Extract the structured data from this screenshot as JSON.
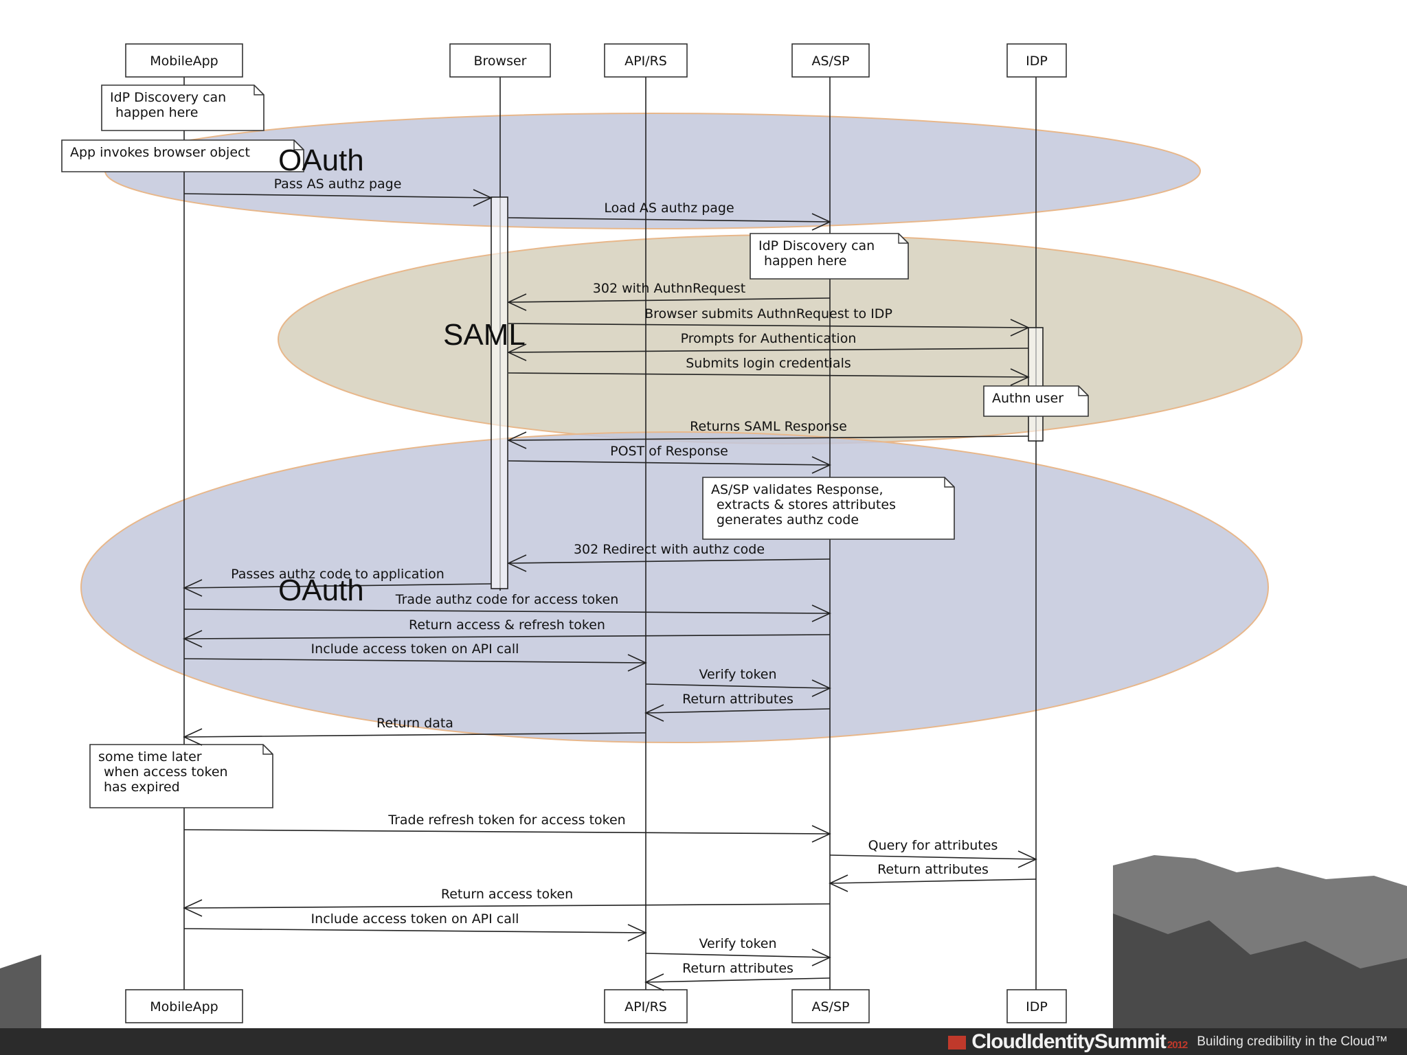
{
  "participants": [
    {
      "id": "mobileapp",
      "label": "MobileApp"
    },
    {
      "id": "browser",
      "label": "Browser"
    },
    {
      "id": "apirs",
      "label": "API/RS"
    },
    {
      "id": "assp",
      "label": "AS/SP"
    },
    {
      "id": "idp",
      "label": "IDP"
    }
  ],
  "bottom_participants": [
    "MobileApp",
    "API/RS",
    "AS/SP",
    "IDP"
  ],
  "phases": [
    {
      "name": "oauth-top",
      "label": "OAuth",
      "color": "#c3c8dc"
    },
    {
      "name": "saml",
      "label": "SAML",
      "color": "#d6d0bc"
    },
    {
      "name": "oauth-bottom",
      "label": "OAuth",
      "color": "#c3c8dc"
    }
  ],
  "messages": [
    {
      "from": "mobileapp",
      "to": "browser",
      "label": "Pass AS authz page"
    },
    {
      "from": "browser",
      "to": "assp",
      "label": "Load AS authz page"
    },
    {
      "from": "assp",
      "to": "browser",
      "label": "302 with AuthnRequest"
    },
    {
      "from": "browser",
      "to": "idp",
      "label": "Browser submits AuthnRequest to IDP"
    },
    {
      "from": "idp",
      "to": "browser",
      "label": "Prompts for Authentication"
    },
    {
      "from": "browser",
      "to": "idp",
      "label": "Submits login credentials"
    },
    {
      "from": "idp",
      "to": "browser",
      "label": "Returns SAML Response"
    },
    {
      "from": "browser",
      "to": "assp",
      "label": "POST of Response"
    },
    {
      "from": "assp",
      "to": "browser",
      "label": "302 Redirect with authz code"
    },
    {
      "from": "browser",
      "to": "mobileapp",
      "label": "Passes authz code to application"
    },
    {
      "from": "mobileapp",
      "to": "assp",
      "label": "Trade authz code for access token"
    },
    {
      "from": "assp",
      "to": "mobileapp",
      "label": "Return access & refresh token"
    },
    {
      "from": "mobileapp",
      "to": "apirs",
      "label": "Include access token on API call"
    },
    {
      "from": "apirs",
      "to": "assp",
      "label": "Verify token"
    },
    {
      "from": "assp",
      "to": "apirs",
      "label": "Return attributes"
    },
    {
      "from": "apirs",
      "to": "mobileapp",
      "label": "Return data"
    },
    {
      "from": "mobileapp",
      "to": "assp",
      "label": "Trade refresh token for access token"
    },
    {
      "from": "assp",
      "to": "idp",
      "label": "Query for attributes"
    },
    {
      "from": "idp",
      "to": "assp",
      "label": "Return attributes"
    },
    {
      "from": "assp",
      "to": "mobileapp",
      "label": "Return access token"
    },
    {
      "from": "mobileapp",
      "to": "apirs",
      "label": "Include access token on API call"
    },
    {
      "from": "apirs",
      "to": "assp",
      "label": "Verify token"
    },
    {
      "from": "assp",
      "to": "apirs",
      "label": "Return attributes"
    }
  ],
  "notes": [
    {
      "lines": [
        "IdP Discovery can",
        "happen here"
      ]
    },
    {
      "lines": [
        "App invokes browser object"
      ]
    },
    {
      "lines": [
        "IdP Discovery can",
        "happen here"
      ]
    },
    {
      "lines": [
        "Authn user"
      ]
    },
    {
      "lines": [
        "AS/SP validates Response,",
        "extracts & stores attributes",
        "generates authz code"
      ]
    },
    {
      "lines": [
        "some time later",
        "when access token",
        "has expired"
      ]
    }
  ],
  "footer": {
    "logo_text": "CloudIdentitySummit",
    "year": "2012",
    "tagline": "Building credibility in the Cloud™"
  }
}
